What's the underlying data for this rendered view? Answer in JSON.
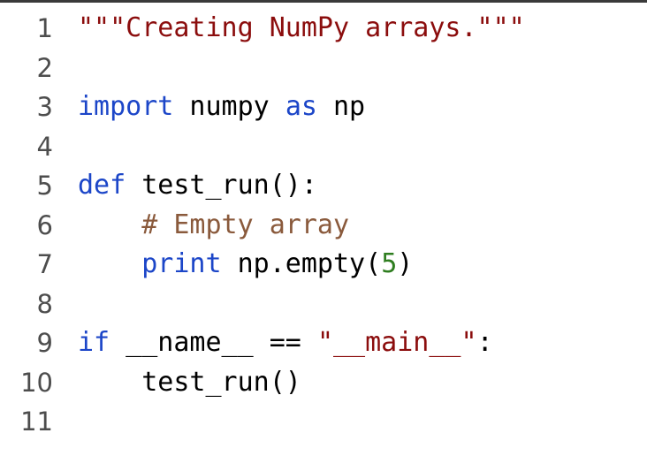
{
  "editor": {
    "lines": [
      {
        "num": "1",
        "tokens": [
          {
            "t": "str",
            "v": "\"\"\"Creating NumPy arrays.\"\"\""
          }
        ]
      },
      {
        "num": "2",
        "tokens": []
      },
      {
        "num": "3",
        "tokens": [
          {
            "t": "kw",
            "v": "import"
          },
          {
            "t": "plain",
            "v": " numpy "
          },
          {
            "t": "kw",
            "v": "as"
          },
          {
            "t": "plain",
            "v": " np"
          }
        ]
      },
      {
        "num": "4",
        "tokens": []
      },
      {
        "num": "5",
        "tokens": [
          {
            "t": "kw",
            "v": "def"
          },
          {
            "t": "plain",
            "v": " test_run():"
          }
        ]
      },
      {
        "num": "6",
        "tokens": [
          {
            "t": "plain",
            "v": "    "
          },
          {
            "t": "com",
            "v": "# Empty array"
          }
        ]
      },
      {
        "num": "7",
        "tokens": [
          {
            "t": "plain",
            "v": "    "
          },
          {
            "t": "kw",
            "v": "print"
          },
          {
            "t": "plain",
            "v": " np.empty("
          },
          {
            "t": "num",
            "v": "5"
          },
          {
            "t": "plain",
            "v": ")"
          }
        ]
      },
      {
        "num": "8",
        "tokens": []
      },
      {
        "num": "9",
        "tokens": [
          {
            "t": "kw",
            "v": "if"
          },
          {
            "t": "plain",
            "v": " __name__ == "
          },
          {
            "t": "str",
            "v": "\"__main__\""
          },
          {
            "t": "plain",
            "v": ":"
          }
        ]
      },
      {
        "num": "10",
        "tokens": [
          {
            "t": "plain",
            "v": "    test_run()"
          }
        ]
      },
      {
        "num": "11",
        "tokens": []
      }
    ]
  },
  "colors": {
    "keyword": "#1c46c8",
    "string": "#8b0d0d",
    "comment": "#8a5a3c",
    "number": "#2e7d1f",
    "line_number": "#4d4d4d"
  }
}
